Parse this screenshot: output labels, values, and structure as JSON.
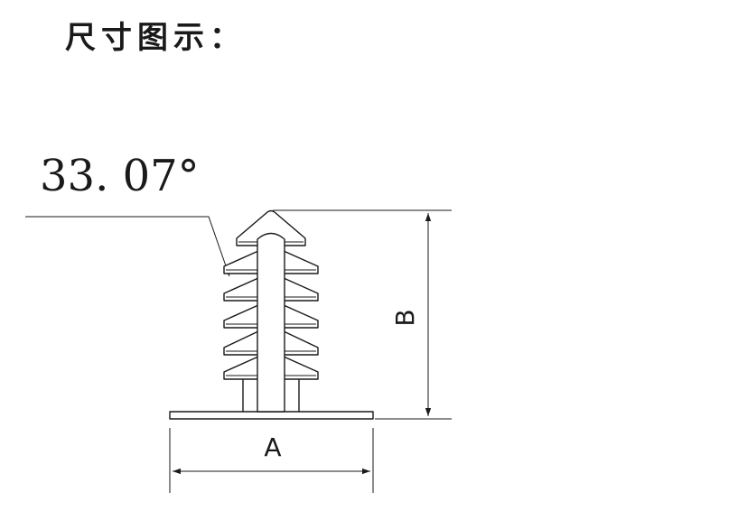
{
  "title": "尺寸图示：",
  "angle_label": "33. 07°",
  "dim_width_label": "A",
  "dim_height_label": "B",
  "colors": {
    "line": "#1a1a1a",
    "background": "#ffffff"
  }
}
